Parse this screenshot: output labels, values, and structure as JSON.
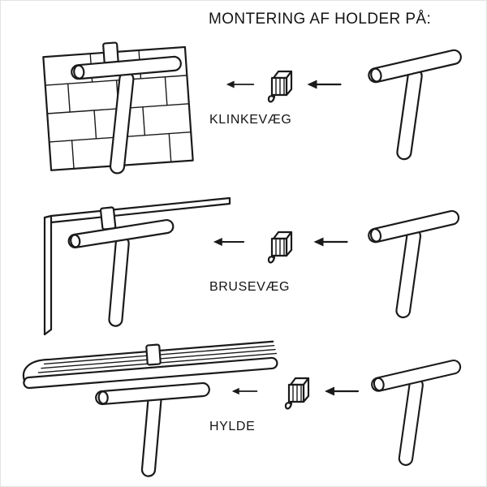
{
  "title": "MONTERING AF HOLDER PÅ:",
  "colors": {
    "line": "#1a1a1a",
    "background": "#ffffff"
  },
  "rows": [
    {
      "label": "KLINKEVÆG",
      "surface_icon": "tiled-wall-with-mounted-squeegee-icon"
    },
    {
      "label": "BRUSEVÆG",
      "surface_icon": "shower-glass-wall-with-mounted-squeegee-icon"
    },
    {
      "label": "HYLDE",
      "surface_icon": "shelf-with-mounted-squeegee-icon"
    }
  ],
  "shared_icons": {
    "arrow": "left-arrow-icon",
    "holder": "holder-clip-icon",
    "product": "squeegee-icon"
  }
}
